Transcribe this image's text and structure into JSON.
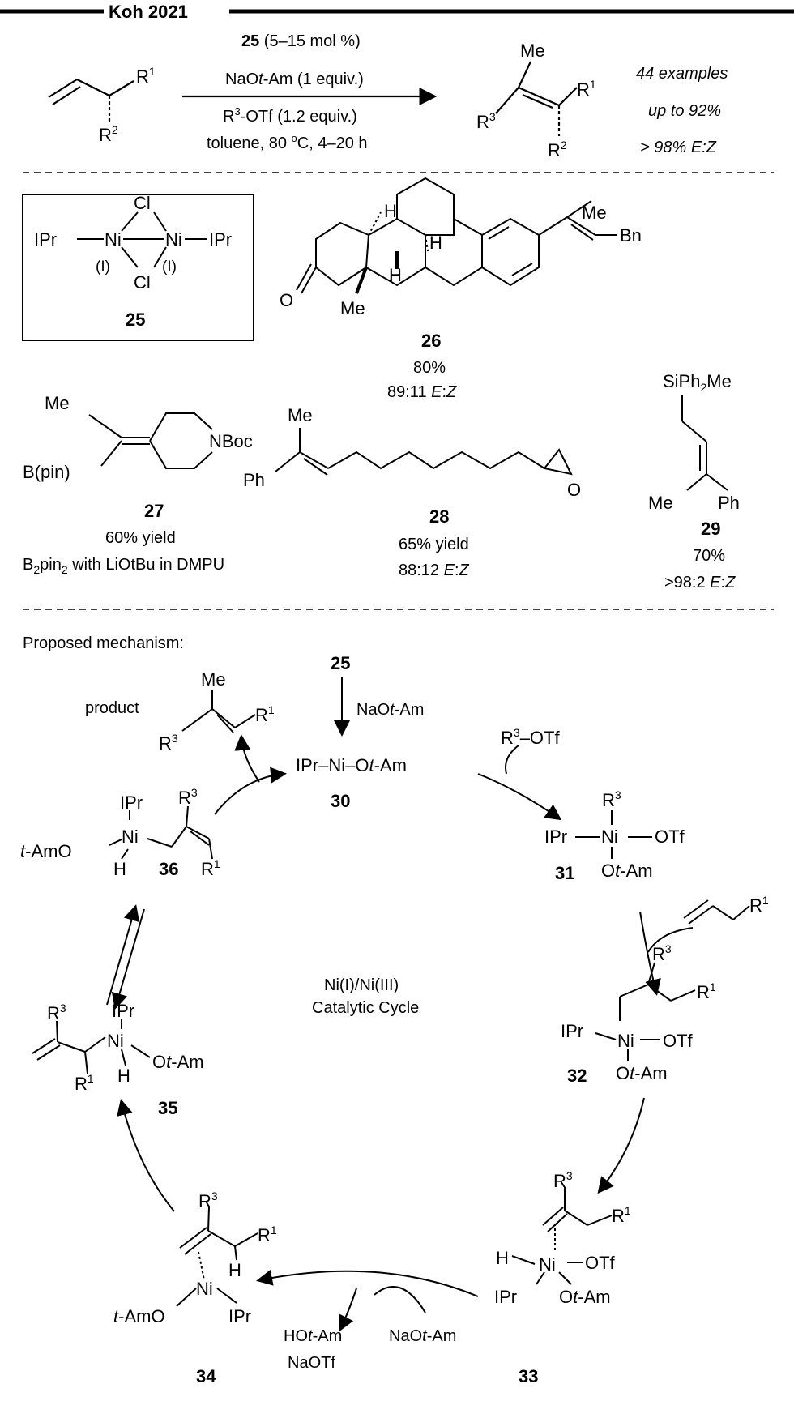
{
  "title": "Koh 2021",
  "scheme": {
    "substrate_r1": "R1",
    "substrate_r2": "R2",
    "reagents": [
      "25 (5–15 mol %)",
      "NaOt-Am (1 equiv.)",
      "R3-OTf (1.2 equiv.)",
      "toluene, 80 °C, 4–20 h"
    ],
    "product_me": "Me",
    "product_r3": "R3",
    "product_r1": "R1",
    "product_r2": "R2",
    "stats": [
      "44 examples",
      "up to 92%",
      "> 98% E:Z"
    ]
  },
  "catalyst": {
    "id": "25",
    "top_ligand": "IPr",
    "metal": "Ni",
    "ox": "(I)",
    "bridge": "Cl"
  },
  "compounds": [
    {
      "id": "26",
      "lines": [
        "80%",
        "89:11 E:Z"
      ],
      "labels": [
        "H",
        "H",
        "H",
        "Me",
        "O",
        "Me",
        "Bn"
      ]
    },
    {
      "id": "27",
      "lines": [
        "60% yield",
        "B2pin2 with LiOtBu in DMPU"
      ],
      "labels": [
        "Me",
        "B(pin)",
        "NBoc"
      ]
    },
    {
      "id": "28",
      "lines": [
        "65% yield",
        "88:12 E:Z"
      ],
      "labels": [
        "Me",
        "Ph",
        "O"
      ]
    },
    {
      "id": "29",
      "lines": [
        "70%",
        ">98:2 E:Z"
      ],
      "labels": [
        "SiPh2Me",
        "Me",
        "Ph"
      ]
    }
  ],
  "mechanism": {
    "heading": "Proposed mechanism:",
    "center": [
      "Ni(I)/Ni(III)",
      "Catalytic Cycle"
    ],
    "start": "25",
    "reagent_start": "NaOt-Am",
    "product_label": "product",
    "reagent_31": "R3–OTf",
    "reagent_34_in": "NaOt-Am",
    "reagent_34_out": [
      "HOt-Am",
      "NaOTf"
    ],
    "intermediates": [
      "30",
      "31",
      "32",
      "33",
      "34",
      "35",
      "36"
    ]
  }
}
